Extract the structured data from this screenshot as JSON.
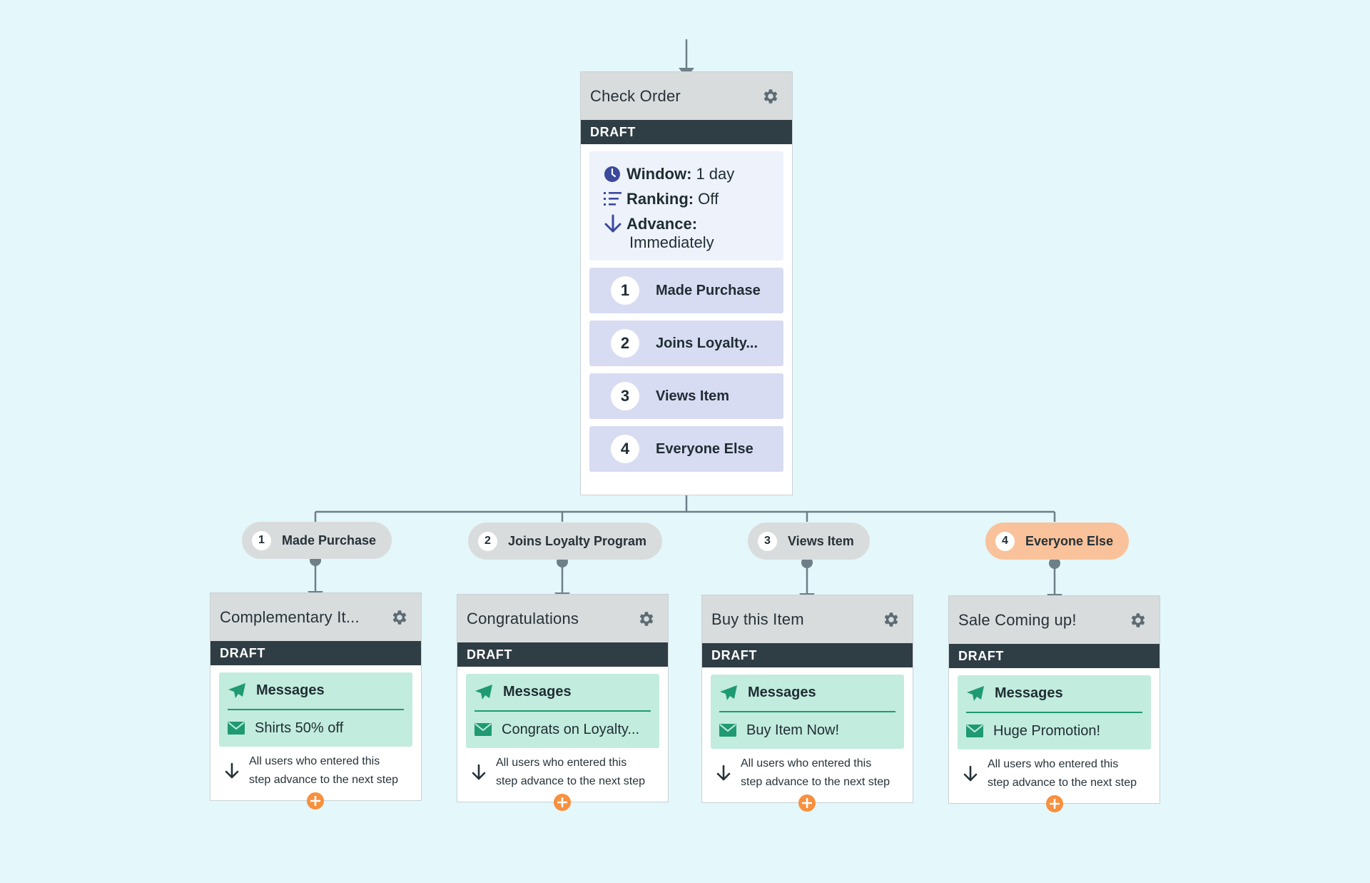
{
  "main_step": {
    "title": "Check Order",
    "status": "DRAFT",
    "window_label": "Window:",
    "window_value": "1 day",
    "ranking_label": "Ranking:",
    "ranking_value": "Off",
    "advance_label": "Advance:",
    "advance_value": "Immediately",
    "variants": [
      {
        "num": "1",
        "name": "Made Purchase"
      },
      {
        "num": "2",
        "name": "Joins Loyalty..."
      },
      {
        "num": "3",
        "name": "Views Item"
      },
      {
        "num": "4",
        "name": "Everyone Else"
      }
    ]
  },
  "branches": [
    {
      "num": "1",
      "label": "Made Purchase",
      "highlighted": false
    },
    {
      "num": "2",
      "label": "Joins Loyalty Program",
      "highlighted": false
    },
    {
      "num": "3",
      "label": "Views Item",
      "highlighted": false
    },
    {
      "num": "4",
      "label": "Everyone Else",
      "highlighted": true
    }
  ],
  "steps": [
    {
      "title": "Complementary It...",
      "status": "DRAFT",
      "messages_label": "Messages",
      "message": "Shirts 50% off",
      "advance_line1": "All users who entered this",
      "advance_line2": "step advance to the next step"
    },
    {
      "title": "Congratulations",
      "status": "DRAFT",
      "messages_label": "Messages",
      "message": "Congrats on Loyalty...",
      "advance_line1": "All users who entered this",
      "advance_line2": "step advance to the next step"
    },
    {
      "title": "Buy this Item",
      "status": "DRAFT",
      "messages_label": "Messages",
      "message": "Buy Item Now!",
      "advance_line1": "All users who entered this",
      "advance_line2": "step advance to the next step"
    },
    {
      "title": "Sale Coming up!",
      "status": "DRAFT",
      "messages_label": "Messages",
      "message": "Huge Promotion!",
      "advance_line1": "All users who entered this",
      "advance_line2": "step advance to the next step"
    }
  ],
  "colors": {
    "background": "#e4f7fa",
    "draft_bar": "#2f3d45",
    "variant_fill": "#d8dcf2",
    "message_fill": "#c2ecdd",
    "highlight_pill": "#f9c29a",
    "add_button": "#f7903f",
    "connector": "#6e7f88"
  }
}
